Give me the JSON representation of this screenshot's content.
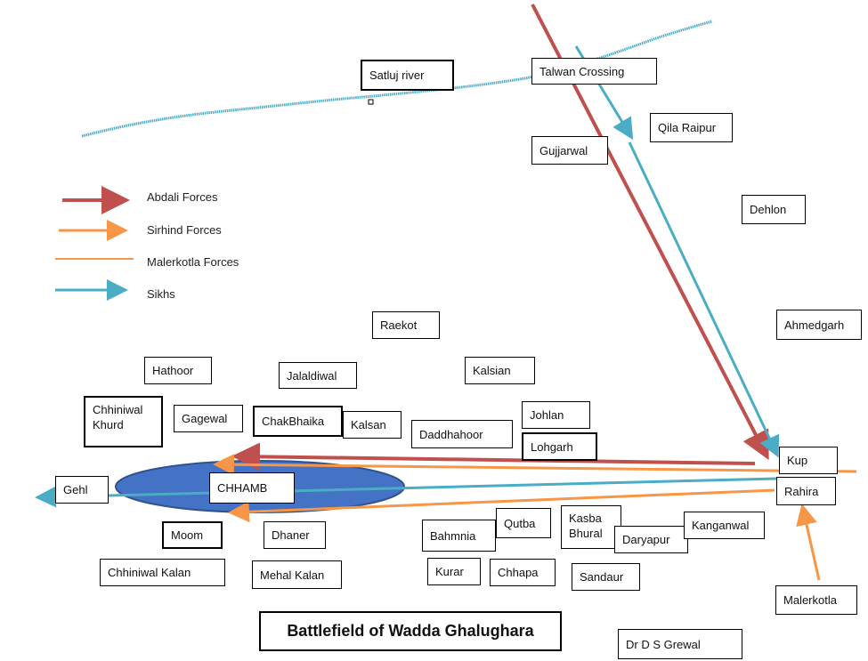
{
  "title": "Battlefield of  Wadda Ghalughara",
  "credit": "Dr D S Grewal",
  "colors": {
    "abdali": "#c0504d",
    "sirhind": "#f79646",
    "malerkotla": "#f79646",
    "sikhs": "#4bacc6",
    "river": "#4bacc6",
    "chhamb_fill": "#4472c4",
    "chhamb_stroke": "#2f528f"
  },
  "legend": [
    {
      "label": "Abdali Forces",
      "color": "#c0504d"
    },
    {
      "label": "Sirhind Forces",
      "color": "#f79646"
    },
    {
      "label": "Malerkotla Forces",
      "color": "#f79646"
    },
    {
      "label": "Sikhs",
      "color": "#4bacc6"
    }
  ],
  "places": {
    "satluj_river": "Satluj river",
    "talwan_crossing": "Talwan Crossing",
    "qila_raipur": "Qila Raipur",
    "gujjarwal": "Gujjarwal",
    "dehlon": "Dehlon",
    "ahmedgarh": "Ahmedgarh",
    "raekot": "Raekot",
    "hathoor": "Hathoor",
    "jalaldiwal": "Jalaldiwal",
    "kalsian": "Kalsian",
    "chhiniwal_khurd": "Chhiniwal Khurd",
    "gagewal": "Gagewal",
    "chakbhaika": "ChakBhaika",
    "kalsan": "Kalsan",
    "johlan": "Johlan",
    "daddhahoor": "Daddhahoor",
    "lohgarh": "Lohgarh",
    "kup": "Kup",
    "rahira": "Rahira",
    "gehl": "Gehl",
    "chhamb": "CHHAMB",
    "moom": "Moom",
    "dhaner": "Dhaner",
    "bahmnia": "Bahmnia",
    "qutba": "Qutba",
    "kasba_bhural": "Kasba Bhural",
    "daryapur": "Daryapur",
    "kanganwal": "Kanganwal",
    "chhiniwal_kalan": "Chhiniwal  Kalan",
    "mehal_kalan": "Mehal Kalan",
    "kurar": "Kurar",
    "chhapa": "Chhapa",
    "sandaur": "Sandaur",
    "malerkotla": "Malerkotla"
  }
}
